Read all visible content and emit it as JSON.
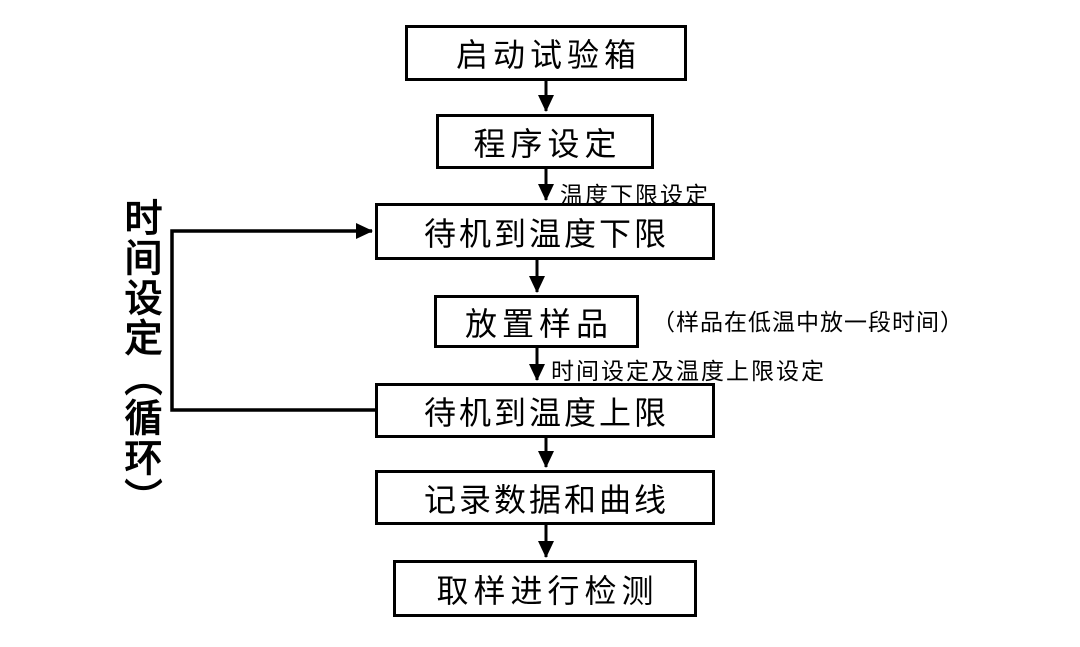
{
  "diagram": {
    "type": "flowchart",
    "colors": {
      "background": "#ffffff",
      "line": "#000000",
      "text": "#000000"
    },
    "boxes": [
      {
        "label": "启动试验箱"
      },
      {
        "label": "程序设定"
      },
      {
        "label": "待机到温度下限"
      },
      {
        "label": "放置样品"
      },
      {
        "label": "待机到温度上限"
      },
      {
        "label": "记录数据和曲线"
      },
      {
        "label": "取样进行检测"
      }
    ],
    "edge_labels": {
      "temp_lower_setting": "温度下限设定",
      "time_and_temp_upper_setting": "时间设定及温度上限设定"
    },
    "annotations": {
      "sample_note": "（样品在低温中放一段时间）",
      "loop_label": "时间设定（循环）"
    },
    "flow": [
      "启动试验箱 -> 程序设定",
      "程序设定 -> 待机到温度下限 (温度下限设定)",
      "待机到温度下限 -> 放置样品",
      "放置样品 -> 待机到温度上限 (时间设定及温度上限设定)",
      "待机到温度上限 -> 记录数据和曲线",
      "记录数据和曲线 -> 取样进行检测",
      "待机到温度上限 -> 待机到温度下限 (时间设定（循环）)"
    ]
  }
}
